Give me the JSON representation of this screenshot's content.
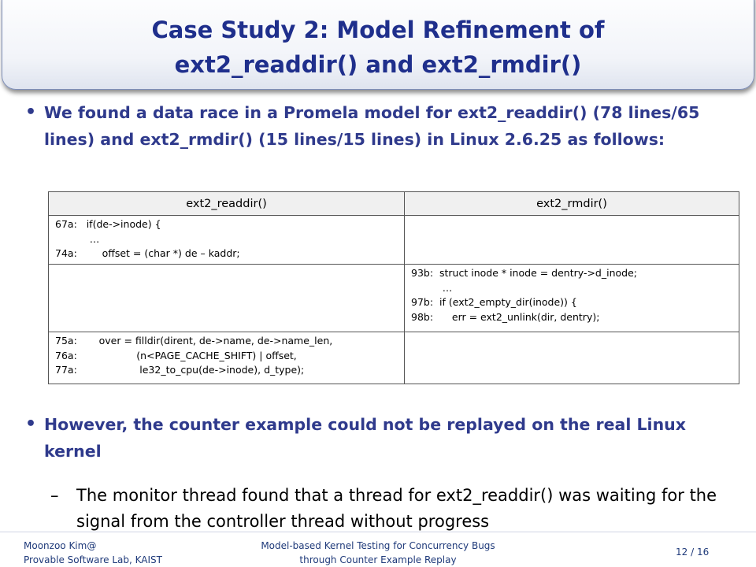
{
  "title": {
    "line1": "Case Study 2: Model Refinement of",
    "line2": "ext2_readdir() and ext2_rmdir()"
  },
  "bullets": [
    "We found a data race in a Promela model for ext2_readdir() (78 lines/65 lines)  and ext2_rmdir() (15 lines/15 lines) in Linux 2.6.25 as follows:",
    "However, the counter example could not be replayed on the real Linux kernel"
  ],
  "sub_bullet": {
    "dash": "–",
    "text": "The monitor thread found that a thread for ext2_readdir() was waiting for the signal from the controller thread without progress"
  },
  "table": {
    "headers": [
      "ext2_readdir()",
      "ext2_rmdir()"
    ],
    "rows": [
      {
        "left": [
          "67a:   if(de->inode) {",
          "           …",
          "74a:        offset = (char *) de – kaddr;"
        ],
        "right": []
      },
      {
        "left": [],
        "right": [
          "93b:  struct inode * inode = dentry->d_inode;",
          "          …",
          "97b:  if (ext2_empty_dir(inode)) {",
          "98b:      err = ext2_unlink(dir, dentry);"
        ]
      },
      {
        "left": [
          "75a:       over = filldir(dirent, de->name, de->name_len,",
          "76a:                   (n<PAGE_CACHE_SHIFT) | offset,",
          "77a:                    le32_to_cpu(de->inode), d_type);"
        ],
        "right": []
      }
    ]
  },
  "footer": {
    "author": "Moonzoo Kim@",
    "lab": "Provable Software Lab, KAIST",
    "talk_line1": "Model-based Kernel Testing for Concurrency Bugs",
    "talk_line2": "through Counter Example Replay",
    "page": "12 / 16"
  },
  "colors": {
    "title": "#1f2f8c",
    "bullet": "#2f3a8c",
    "footer": "#1f3a7a"
  }
}
